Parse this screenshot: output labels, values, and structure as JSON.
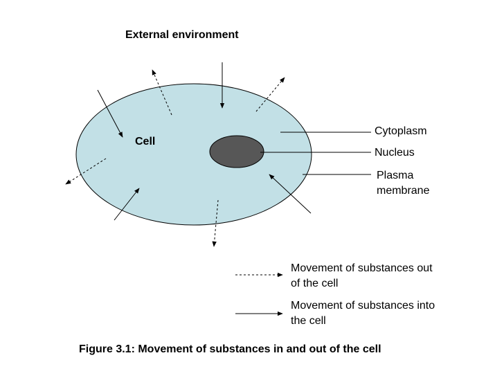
{
  "diagram": {
    "external_environment": "External environment",
    "cell": "Cell",
    "labels": {
      "cytoplasm": "Cytoplasm",
      "nucleus": "Nucleus",
      "plasma_membrane": "Plasma membrane"
    },
    "legend": {
      "out_of_cell": "Movement of substances out of the cell",
      "into_cell": "Movement of substances into the cell"
    },
    "caption": "Figure 3.1: Movement of substances in and out of the cell",
    "colors": {
      "cytoplasm_fill": "#c2e0e6",
      "nucleus_fill": "#575757",
      "outline": "#000000"
    }
  }
}
